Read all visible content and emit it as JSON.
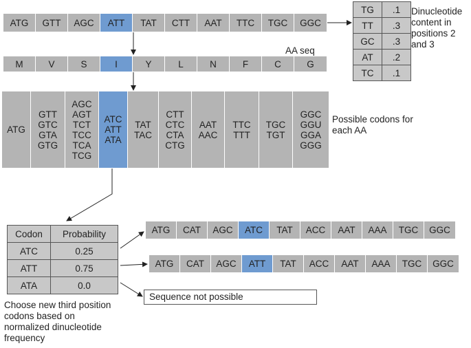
{
  "original_codons": [
    {
      "text": "ATG",
      "hl": false
    },
    {
      "text": "GTT",
      "hl": false
    },
    {
      "text": "AGC",
      "hl": false
    },
    {
      "text": "ATT",
      "hl": true
    },
    {
      "text": "TAT",
      "hl": false
    },
    {
      "text": "CTT",
      "hl": false
    },
    {
      "text": "AAT",
      "hl": false
    },
    {
      "text": "TTC",
      "hl": false
    },
    {
      "text": "TGC",
      "hl": false
    },
    {
      "text": "GGC",
      "hl": false
    }
  ],
  "aa_label": "AA seq",
  "aa_seq": [
    {
      "text": "M",
      "hl": false
    },
    {
      "text": "V",
      "hl": false
    },
    {
      "text": "S",
      "hl": false
    },
    {
      "text": "I",
      "hl": true
    },
    {
      "text": "Y",
      "hl": false
    },
    {
      "text": "L",
      "hl": false
    },
    {
      "text": "N",
      "hl": false
    },
    {
      "text": "F",
      "hl": false
    },
    {
      "text": "C",
      "hl": false
    },
    {
      "text": "G",
      "hl": false
    }
  ],
  "possible_codons": [
    {
      "text": "ATG",
      "hl": false
    },
    {
      "text": "GTT\nGTC\nGTA\nGTG",
      "hl": false
    },
    {
      "text": "AGC\nAGT\nTCT\nTCC\nTCA\nTCG",
      "hl": false
    },
    {
      "text": "ATC\nATT\nATA",
      "hl": true
    },
    {
      "text": "TAT\nTAC",
      "hl": false
    },
    {
      "text": "CTT\nCTC\nCTA\nCTG",
      "hl": false
    },
    {
      "text": "AAT\nAAC",
      "hl": false
    },
    {
      "text": "TTC\nTTT",
      "hl": false
    },
    {
      "text": "TGC\nTGT",
      "hl": false
    },
    {
      "text": "GGC\nGGU\nGGA\nGGG",
      "hl": false
    }
  ],
  "possible_label": "Possible codons for\neach AA",
  "dinucleotide_table": [
    {
      "pair": "TG",
      "value": ".1"
    },
    {
      "pair": "TT",
      "value": ".3"
    },
    {
      "pair": "GC",
      "value": ".3"
    },
    {
      "pair": "AT",
      "value": ".2"
    },
    {
      "pair": "TC",
      "value": ".1"
    }
  ],
  "dinucleotide_label": "Dinucleotide\ncontent in\npositions 2\nand 3",
  "probability_table": {
    "headers": [
      "Codon",
      "Probability"
    ],
    "rows": [
      {
        "codon": "ATC",
        "prob": "0.25"
      },
      {
        "codon": "ATT",
        "prob": "0.75"
      },
      {
        "codon": "ATA",
        "prob": "0.0"
      }
    ]
  },
  "choose_label": "Choose new third position\ncodons based on\nnormalized dinucleotide\nfrequency",
  "result_seq_1": [
    {
      "text": "ATG",
      "hl": false
    },
    {
      "text": "CAT",
      "hl": false
    },
    {
      "text": "AGC",
      "hl": false
    },
    {
      "text": "ATC",
      "hl": true
    },
    {
      "text": "TAT",
      "hl": false
    },
    {
      "text": "ACC",
      "hl": false
    },
    {
      "text": "AAT",
      "hl": false
    },
    {
      "text": "AAA",
      "hl": false
    },
    {
      "text": "TGC",
      "hl": false
    },
    {
      "text": "GGC",
      "hl": false
    }
  ],
  "result_seq_2": [
    {
      "text": "ATG",
      "hl": false
    },
    {
      "text": "CAT",
      "hl": false
    },
    {
      "text": "AGC",
      "hl": false
    },
    {
      "text": "ATT",
      "hl": true
    },
    {
      "text": "TAT",
      "hl": false
    },
    {
      "text": "ACC",
      "hl": false
    },
    {
      "text": "AAT",
      "hl": false
    },
    {
      "text": "AAA",
      "hl": false
    },
    {
      "text": "TGC",
      "hl": false
    },
    {
      "text": "GGC",
      "hl": false
    }
  ],
  "not_possible": "Sequence not possible"
}
